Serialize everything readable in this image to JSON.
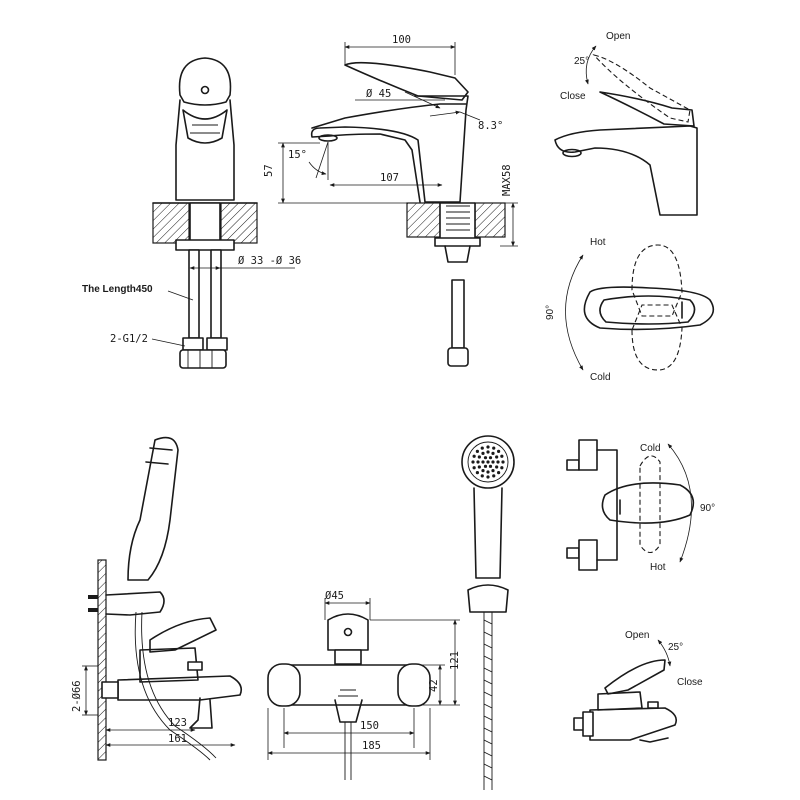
{
  "basin_mixer": {
    "front": {
      "hose_length": "The Length450",
      "thread": "2-G1/2",
      "hole_dia": "Ø 33 -Ø 36"
    },
    "side": {
      "width": "100",
      "handle_dia": "Ø 45",
      "tilt": "8.3°",
      "spout_angle": "15°",
      "height": "57",
      "reach": "107",
      "max_deck": "MAX58"
    },
    "lever": {
      "open": "Open",
      "angle": "25°",
      "close": "Close"
    },
    "top": {
      "hot": "Hot",
      "angle": "90°",
      "cold": "Cold"
    }
  },
  "bath_mixer": {
    "side": {
      "inlet_dia": "2-Ø66",
      "reach_short": "123",
      "reach_long": "161"
    },
    "front": {
      "handle_dia": "Ø45",
      "height_total": "121",
      "height_body": "42",
      "centres": "150",
      "width": "185"
    },
    "rotation": {
      "cold": "Cold",
      "angle": "90°",
      "hot": "Hot"
    },
    "lever": {
      "open": "Open",
      "angle": "25°",
      "close": "Close"
    }
  }
}
